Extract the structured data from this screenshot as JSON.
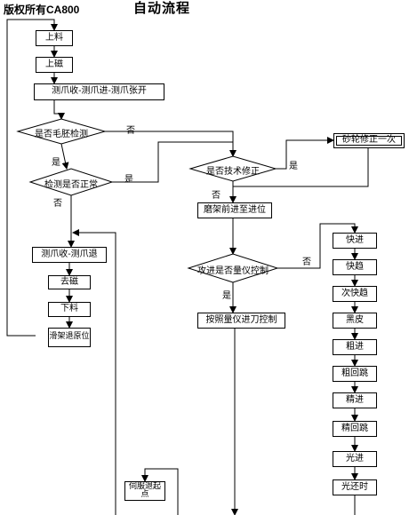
{
  "header": {
    "copyright": "版权所有CA800",
    "title": "自动流程"
  },
  "flow": {
    "load_material": "上料",
    "load_magnet": "上磁",
    "gauge_retract_advance_open": "测爪收-测爪进-测爪张开",
    "rough_check": "是否毛胚检测",
    "check_normal": "检测是否正常",
    "tech_correction": "是否技术修正",
    "wheel_correction": "砂轮修正一次",
    "wheel_frame_advance": "磨架前进至进位",
    "gauge_control_decision": "攻进是否量仪控制",
    "gauge_feed_control": "按照量仪进刀控制",
    "gauge_retract_back": "测爪收-测爪退",
    "demagnetize": "去磁",
    "unload_material": "下料",
    "slide_return": "滑架退原位",
    "servo_return": "伺服退起点"
  },
  "steps": [
    "快进",
    "快趋",
    "次快趋",
    "黑皮",
    "粗进",
    "粗回跳",
    "精进",
    "精回跳",
    "光进",
    "光还时"
  ],
  "labels": {
    "yes": "是",
    "no": "否"
  }
}
